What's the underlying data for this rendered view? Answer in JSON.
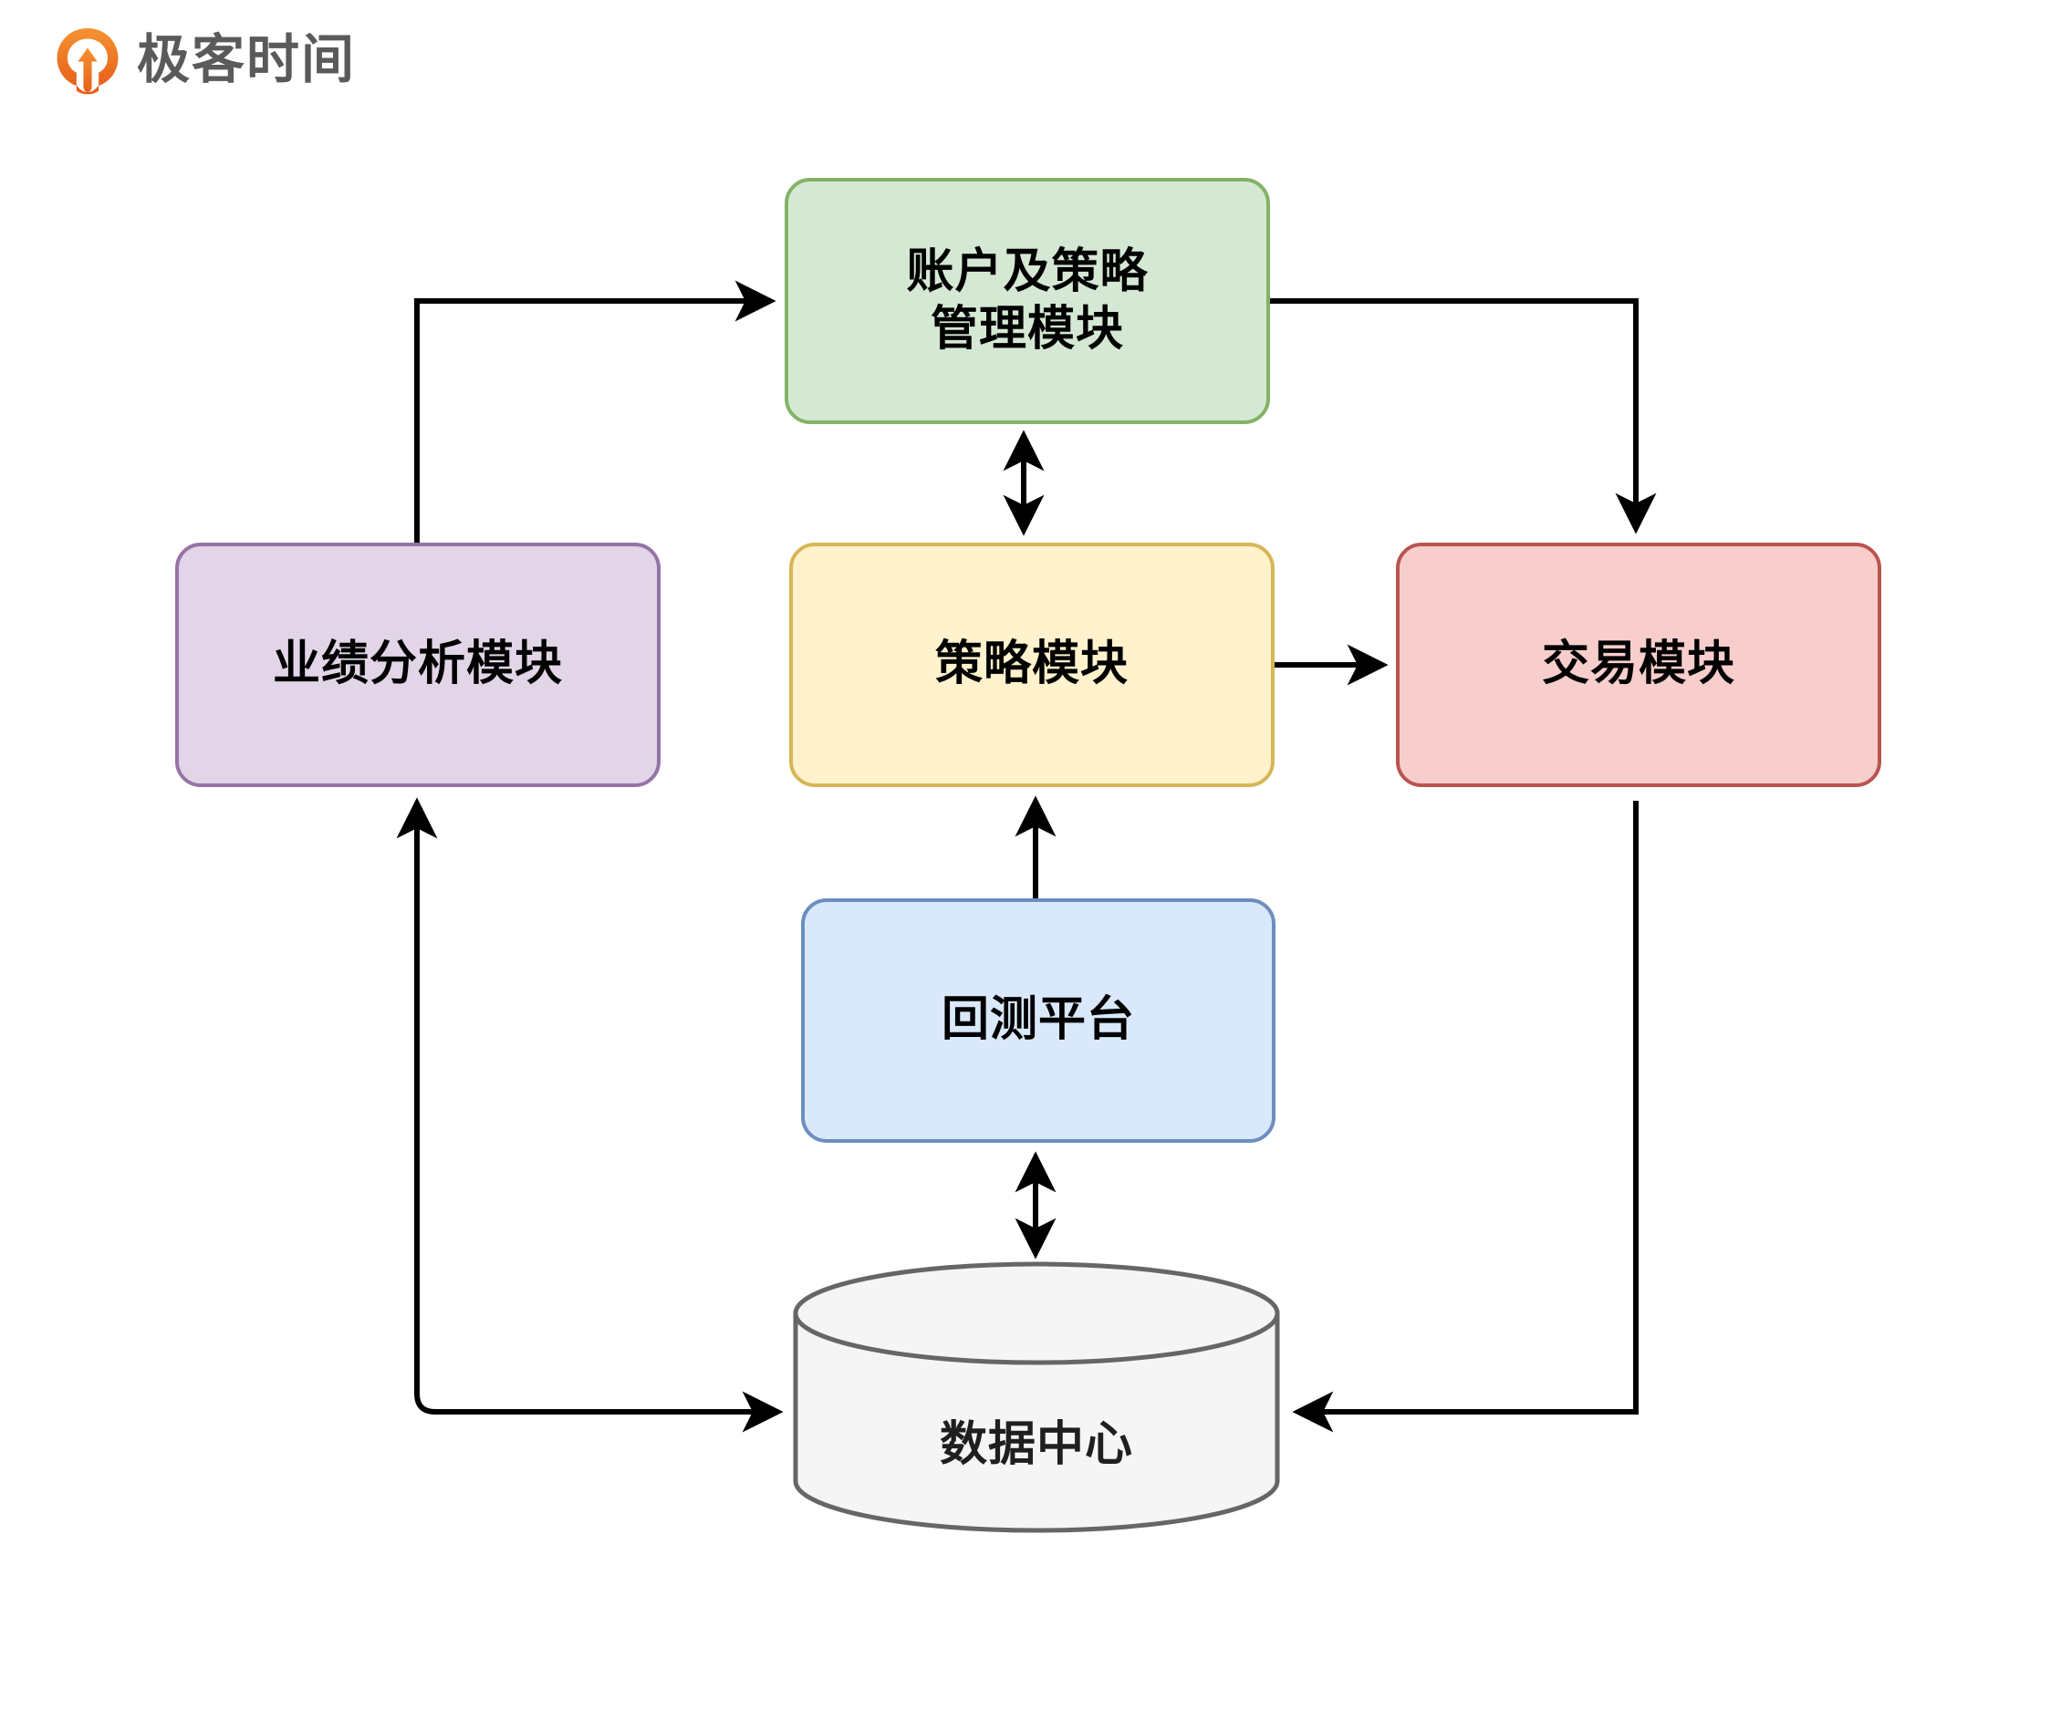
{
  "brand": {
    "name": "极客时间",
    "logo_icon": "geektime-logo-icon",
    "logo_color": "#ef7622",
    "text_color": "#5a5a5a"
  },
  "diagram": {
    "type": "flowchart",
    "title": "",
    "nodes": [
      {
        "id": "account",
        "label": "账户及策略\n管理模块",
        "shape": "rounded-rect",
        "fill": "#d5e8d4",
        "stroke": "#82b366"
      },
      {
        "id": "performance",
        "label": "业绩分析模块",
        "shape": "rounded-rect",
        "fill": "#e1d5e7",
        "stroke": "#9673a6"
      },
      {
        "id": "strategy",
        "label": "策略模块",
        "shape": "rounded-rect",
        "fill": "#fff2cc",
        "stroke": "#d6b656"
      },
      {
        "id": "trade",
        "label": "交易模块",
        "shape": "rounded-rect",
        "fill": "#f8cecc",
        "stroke": "#b85450"
      },
      {
        "id": "backtest",
        "label": "回测平台",
        "shape": "rounded-rect",
        "fill": "#dae8fc",
        "stroke": "#6c8ebf"
      },
      {
        "id": "datacenter",
        "label": "数据中心",
        "shape": "cylinder",
        "fill": "#f5f5f5",
        "stroke": "#666666"
      }
    ],
    "edges": [
      {
        "from": "performance",
        "to": "account",
        "direction": "one-way",
        "routing": "orthogonal"
      },
      {
        "from": "account",
        "to": "trade",
        "direction": "one-way",
        "routing": "orthogonal"
      },
      {
        "from": "account",
        "to": "strategy",
        "direction": "two-way",
        "routing": "straight"
      },
      {
        "from": "strategy",
        "to": "trade",
        "direction": "one-way",
        "routing": "straight"
      },
      {
        "from": "backtest",
        "to": "strategy",
        "direction": "one-way",
        "routing": "straight"
      },
      {
        "from": "backtest",
        "to": "datacenter",
        "direction": "two-way",
        "routing": "straight"
      },
      {
        "from": "datacenter",
        "to": "performance",
        "direction": "one-way",
        "routing": "orthogonal"
      },
      {
        "from": "performance",
        "to": "datacenter",
        "direction": "one-way",
        "routing": "orthogonal"
      },
      {
        "from": "trade",
        "to": "datacenter",
        "direction": "one-way",
        "routing": "orthogonal"
      }
    ],
    "edge_color": "#000000"
  }
}
